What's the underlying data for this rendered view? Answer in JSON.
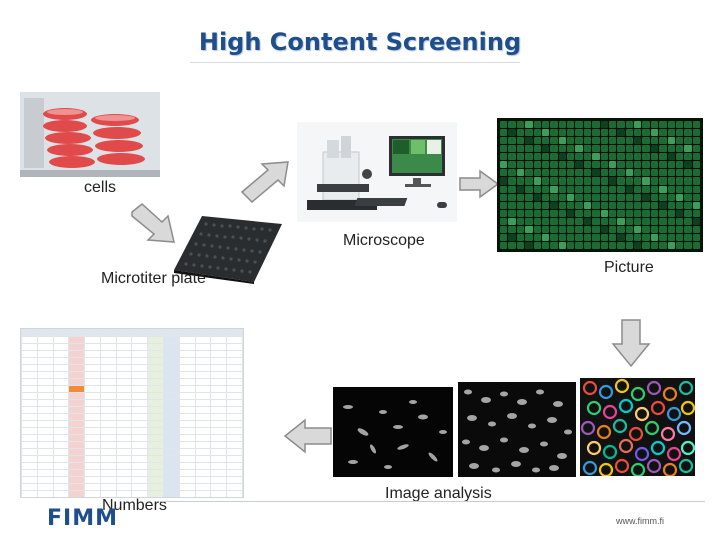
{
  "slide": {
    "title": "High Content Screening",
    "labels": {
      "cells": "cells",
      "microscope": "Microscope",
      "microtiter": "Microtiter plate",
      "picture": "Picture",
      "numbers": "Numbers",
      "image_analysis": "Image analysis"
    },
    "footer": {
      "logo": "FIMM",
      "url": "www.fimm.fi"
    }
  },
  "colors": {
    "title": "#1f4e8c",
    "arrow_fill": "#d9d9d9",
    "arrow_stroke": "#8c8c8c",
    "picture_wells": "#1c6b35"
  }
}
